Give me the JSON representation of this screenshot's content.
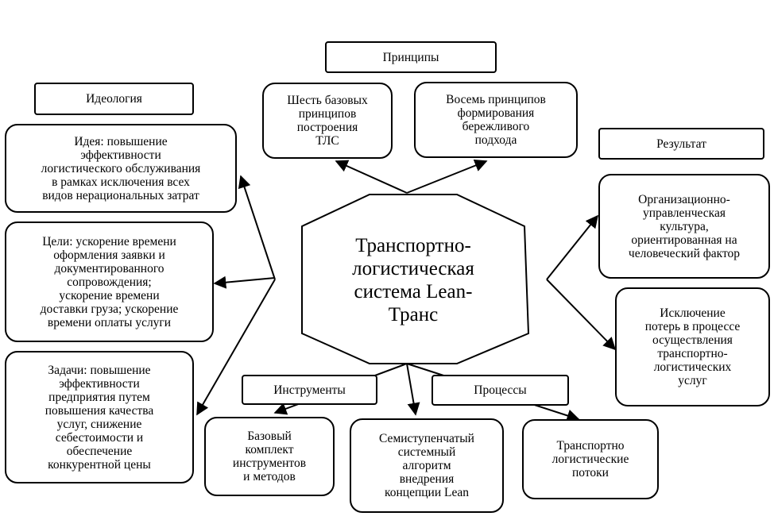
{
  "center": "Транспортно-\nлогистическая\nсистема Lean-\nТранс",
  "labels": {
    "principles": "Принципы",
    "ideology": "Идеология",
    "result": "Результат",
    "instruments": "Инструменты",
    "processes": "Процессы"
  },
  "boxes": {
    "principle_six": "Шесть базовых\nпринципов\nпостроения\nТЛС",
    "principle_eight": "Восемь принципов\nформирования\nбережливого\nподхода",
    "idea": "Идея: повышение\nэффективности\nлогистического обслуживания\nв рамках исключения всех\nвидов нерациональных затрат",
    "goals": "Цели: ускорение времени\nоформления заявки и\nдокументированного\nсопровождения;\nускорение времени\nдоставки груза; ускорение\nвремени оплаты услуги",
    "tasks": "Задачи: повышение\nэффективности\nпредприятия путем\nповышения качества\nуслуг, снижение\nсебестоимости и\nобеспечение\nконкурентной цены",
    "result_culture": "Организационно-\nуправленческая\nкультура,\nориентированная на\nчеловеческий фактор",
    "result_loss": "Исключение\nпотерь в процессе\nосуществления\nтранспортно-\nлогистических\nуслуг",
    "instr_kit": "Базовый\nкомплект\nинструментов\nи методов",
    "algorithm": "Семиступенчатый\nсистемный\nалгоритм\nвнедрения\nконцепции Lean",
    "flows": "Транспортно\nлогистические\nпотоки"
  }
}
